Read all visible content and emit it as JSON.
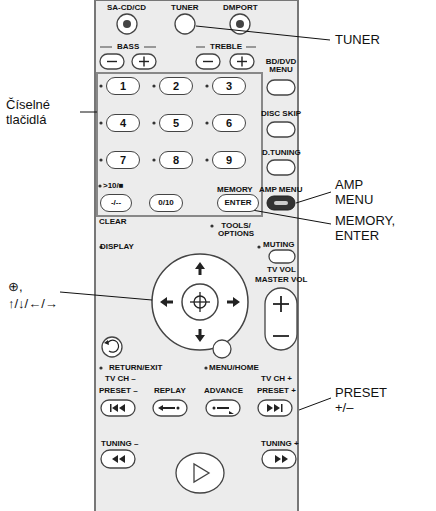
{
  "diagram": {
    "nodes": [
      {
        "text": [
          "1"
        ]
      },
      {
        "text": [
          "2"
        ]
      },
      {
        "text": [
          "3"
        ]
      },
      {
        "text": [
          "4"
        ]
      },
      {
        "text": [
          "5"
        ]
      },
      {
        "text": [
          "6"
        ]
      },
      {
        "text": [
          "7"
        ]
      },
      {
        "text": [
          "8"
        ]
      },
      {
        "text": [
          "9"
        ]
      },
      {
        "text": [
          "-/--"
        ]
      },
      {
        "text": [
          "0/10"
        ]
      },
      {
        "text": [
          "ENTER"
        ]
      }
    ],
    "labels": [
      "SA-CD/CD",
      "TUNER",
      "DMPORT",
      "TUNER",
      "BASS",
      "TREBLE",
      "BD/DVD MENU",
      "DISC SKIP",
      "D.TUNING",
      "Číselné tlačidlá",
      ">10/■",
      "CLEAR",
      "MEMORY",
      "AMP MENU",
      "AMP MENU",
      "MEMORY, ENTER",
      "TOOLS/ OPTIONS",
      "DISPLAY",
      "MUTING",
      "TV VOL",
      "MASTER VOL",
      "⊕,",
      "↑/↓/←/→",
      "RETURN/EXIT",
      "MENU/HOME",
      "TV CH –",
      "TV CH +",
      "PRESET –",
      "REPLAY",
      "ADVANCE",
      "PRESET +",
      "PRESET +/–",
      "TUNING –",
      "TUNING +"
    ]
  }
}
